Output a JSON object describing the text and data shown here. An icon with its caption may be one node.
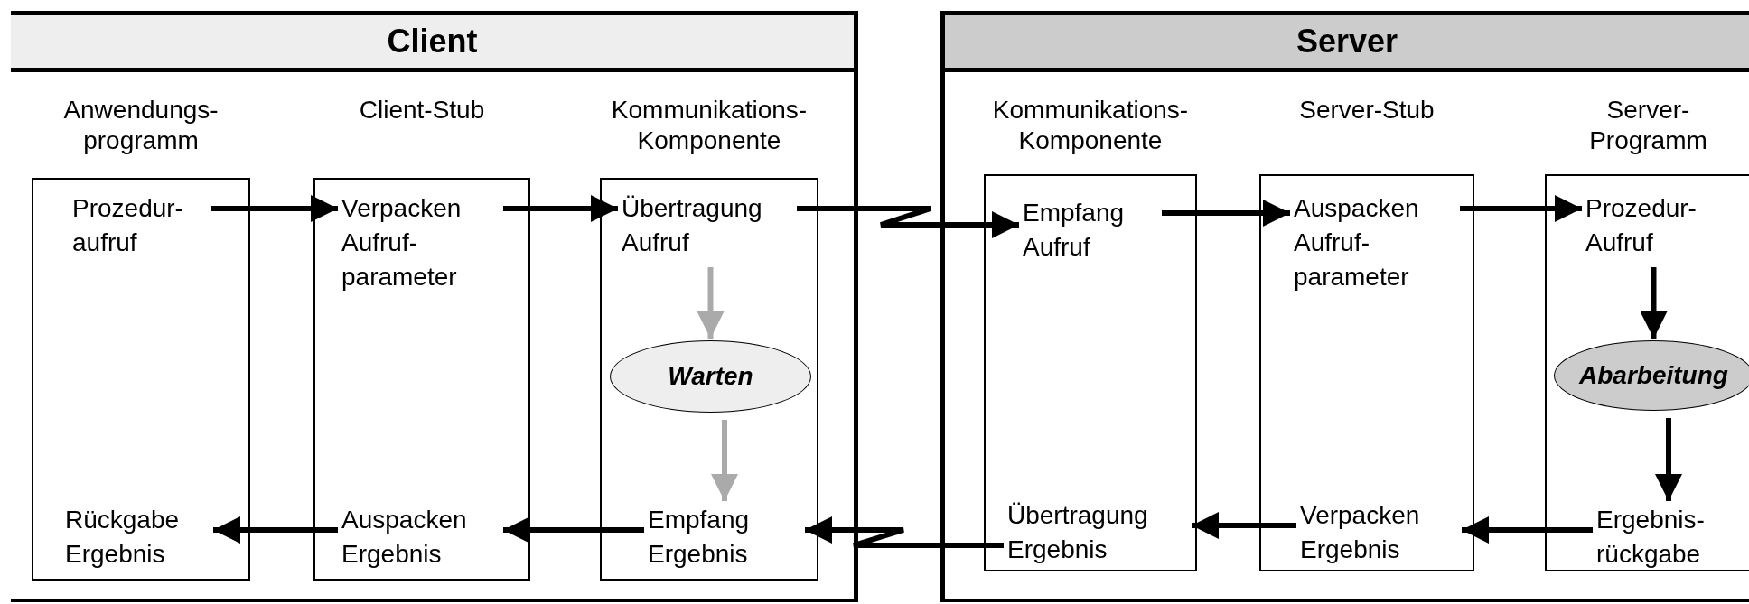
{
  "diagram": {
    "nodes": [
      {
        "text": [
          "Client"
        ]
      },
      {
        "text": [
          "Anwendungs- programm"
        ],
        "in": 0
      },
      {
        "text": [
          "Prozedur- aufruf"
        ],
        "in": 1
      },
      {
        "text": [
          "Rückgabe Ergebnis"
        ],
        "in": 1
      },
      {
        "text": [
          "Client-Stub"
        ],
        "in": 0
      },
      {
        "text": [
          "Verpacken Aufruf- parameter"
        ],
        "in": 4
      },
      {
        "text": [
          "Auspacken Ergebnis"
        ],
        "in": 4
      },
      {
        "text": [
          "Kommunikations- Komponente"
        ],
        "in": 0
      },
      {
        "text": [
          "Übertragung Aufruf"
        ],
        "in": 7
      },
      {
        "text": [
          "Warten"
        ],
        "in": 7
      },
      {
        "text": [
          "Empfang Ergebnis"
        ],
        "in": 7
      },
      {
        "text": [
          "Server"
        ]
      },
      {
        "text": [
          "Kommunikations- Komponente"
        ],
        "in": 11
      },
      {
        "text": [
          "Empfang Aufruf"
        ],
        "in": 12
      },
      {
        "text": [
          "Übertragung Ergebnis"
        ],
        "in": 12
      },
      {
        "text": [
          "Server-Stub"
        ],
        "in": 11
      },
      {
        "text": [
          "Auspacken Aufruf- parameter"
        ],
        "in": 15
      },
      {
        "text": [
          "Verpacken Ergebnis"
        ],
        "in": 15
      },
      {
        "text": [
          "Server- Programm"
        ],
        "in": 11
      },
      {
        "text": [
          "Prozedur- Aufruf"
        ],
        "in": 18
      },
      {
        "text": [
          "Abarbeitung"
        ],
        "in": 18
      },
      {
        "text": [
          "Ergebnis- rückgabe"
        ],
        "in": 18
      }
    ],
    "edges": [
      {
        "from": 2,
        "to": 5,
        "arrow": "to"
      },
      {
        "from": 5,
        "to": 8,
        "arrow": "to"
      },
      {
        "from": 8,
        "to": 13,
        "arrow": "to"
      },
      {
        "from": 13,
        "to": 16,
        "arrow": "to"
      },
      {
        "from": 16,
        "to": 19,
        "arrow": "to"
      },
      {
        "from": 19,
        "to": 20,
        "arrow": "to"
      },
      {
        "from": 20,
        "to": 21,
        "arrow": "to"
      },
      {
        "from": 21,
        "to": 17,
        "arrow": "to"
      },
      {
        "from": 17,
        "to": 14,
        "arrow": "to"
      },
      {
        "from": 14,
        "to": 10,
        "arrow": "to"
      },
      {
        "from": 10,
        "to": 6,
        "arrow": "to"
      },
      {
        "from": 6,
        "to": 3,
        "arrow": "to"
      },
      {
        "from": 8,
        "to": 9,
        "arrow": "to",
        "color": "#aaaaaa"
      },
      {
        "from": 9,
        "to": 10,
        "arrow": "to",
        "color": "#aaaaaa"
      }
    ]
  }
}
